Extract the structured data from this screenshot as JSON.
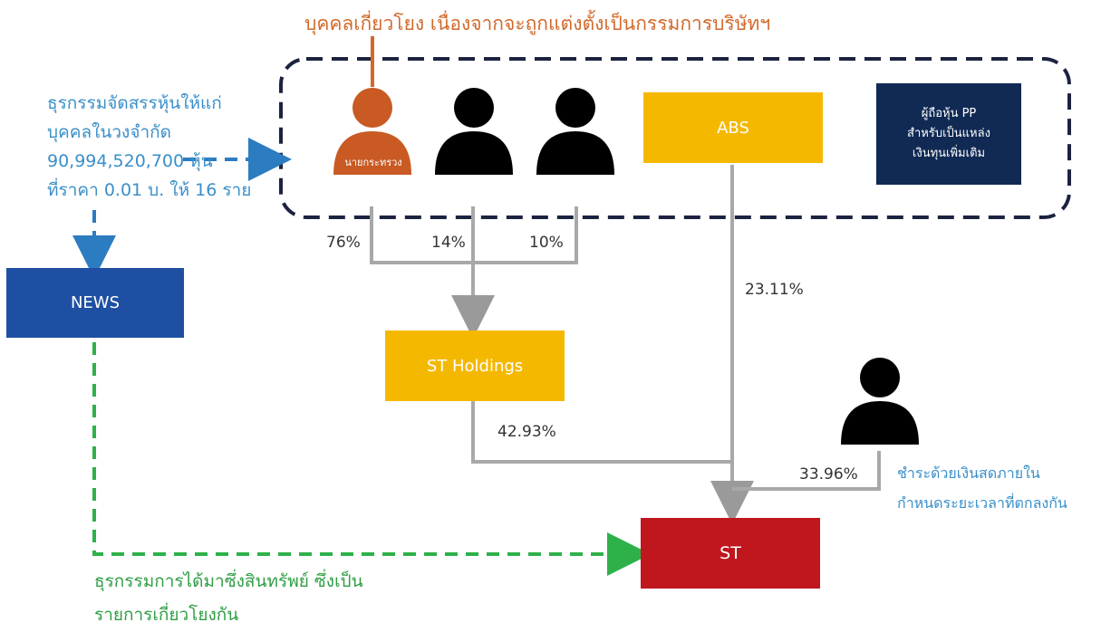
{
  "title": "บุคคลเกี่ยวโยง เนื่องจากจะถูกแต่งตั้งเป็นกรรมการบริษัทฯ",
  "left_note": "ธุรกรรมจัดสรรหุ้นให้แก่\nบุคคลในวงจำกัด\n90,994,520,700 หุ้น\nที่ราคา 0.01 บ. ให้ 16 ราย",
  "bottom_note": "ธุรกรรมการได้มาซึ่งสินทรัพย์ ซึ่งเป็น\nรายการเกี่ยวโยงกัน",
  "right_note": "ชำระด้วยเงินสดภายใน\nกำหนดระยะเวลาที่ตกลงกัน",
  "nodes": {
    "news": "NEWS",
    "abs": "ABS",
    "pp_holders": "ผู้ถือหุ้น PP\nสำหรับเป็นแหล่ง\nเงินทุนเพิ่มเติม",
    "minister": "นายกระทรวง",
    "st_holdings": "ST Holdings",
    "st": "ST"
  },
  "percentages": {
    "p76": "76%",
    "p14": "14%",
    "p10": "10%",
    "p2311": "23.11%",
    "p4293": "42.93%",
    "p3396": "33.96%"
  },
  "colors": {
    "orange_text": "#d2692a",
    "blue_text": "#3a8fc9",
    "green_text": "#2f9e44",
    "news_fill": "#1f4fa3",
    "yellow_fill": "#f5b800",
    "navy_fill": "#102a54",
    "red_fill": "#c0171f",
    "orange_person": "#c95a24"
  }
}
